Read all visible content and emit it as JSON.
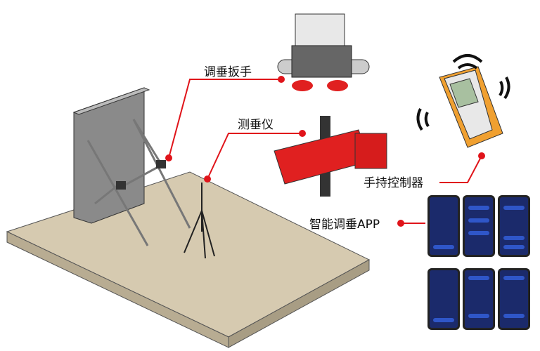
{
  "labels": {
    "wrench": "调垂扳手",
    "plumb_meter": "测垂仪",
    "controller": "手持控制器",
    "app": "智能调垂APP"
  },
  "colors": {
    "callout": "#e0141a",
    "device": "#e02020",
    "screen": "#1b2a6b",
    "slab": "#d8cdb4"
  }
}
